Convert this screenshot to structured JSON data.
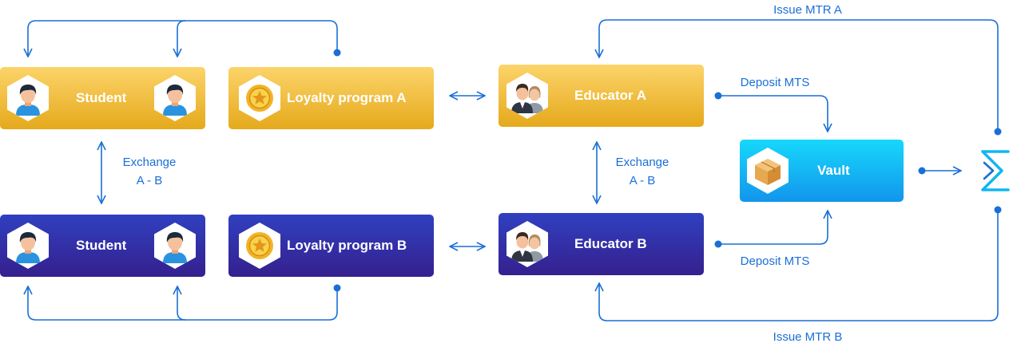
{
  "nodes": {
    "student_a": "Student",
    "loyalty_a": "Loyalty program A",
    "educator_a": "Educator A",
    "vault": "Vault",
    "student_b": "Student",
    "loyalty_b": "Loyalty program B",
    "educator_b": "Educator B"
  },
  "edges": {
    "exchange_left": [
      "Exchange",
      "A - B"
    ],
    "exchange_right": [
      "Exchange",
      "A - B"
    ],
    "deposit_a": "Deposit MTS",
    "deposit_b": "Deposit MTS",
    "issue_a": "Issue MTR A",
    "issue_b": "Issue MTR B"
  },
  "colors": {
    "line": "#1a6fd6",
    "gold_top": "#fcd46a",
    "gold_bottom": "#e5a91c",
    "navy_top": "#3040c0",
    "navy_bottom": "#35208e",
    "cyan_top": "#17d8fb",
    "cyan_bottom": "#1295ec"
  },
  "icons": {
    "student": "student-avatar-icon",
    "loyalty": "gold-coin-star-icon",
    "educator": "educator-pair-icon",
    "vault": "crate-box-icon",
    "brand": "sigma-logo-icon"
  }
}
